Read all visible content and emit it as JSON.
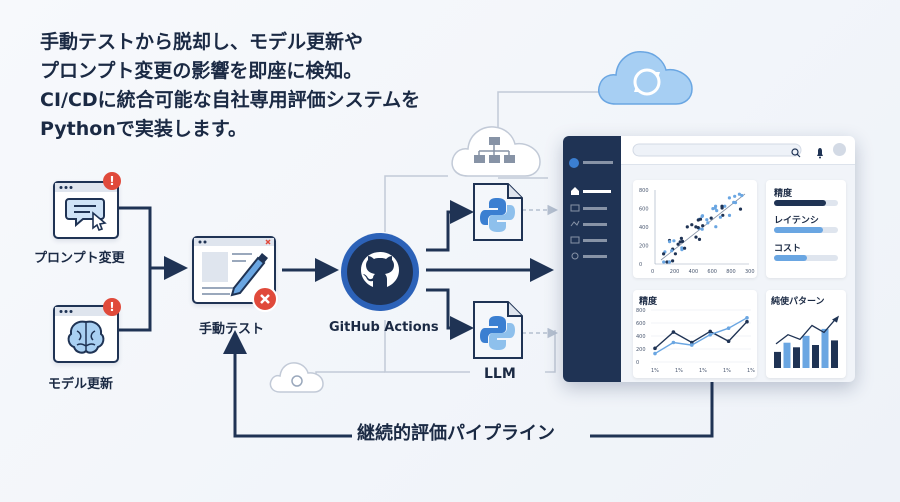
{
  "title": {
    "lines": [
      "手動テストから脱却し、モデル更新や",
      "プロンプト変更の影響を即座に検知。",
      "CI/CDに統合可能な自社専用評価システムを",
      "Pythonで実装します。"
    ]
  },
  "nodes": {
    "prompt_change": "プロンプト変更",
    "model_update": "モデル更新",
    "manual_test": "手動テスト",
    "github_actions": "GitHub Actions",
    "llm": "LLM"
  },
  "pipeline_label": "継続的評価パイプライン",
  "dashboard": {
    "metrics_panel": {
      "items": [
        {
          "label": "精度",
          "fill": 0.82
        },
        {
          "label": "レイテンシ",
          "fill": 0.76
        },
        {
          "label": "コスト",
          "fill": 0.52
        }
      ]
    },
    "line_panel_title": "精度",
    "bar_panel_title": "純使パターン",
    "bars": [
      0.35,
      0.55,
      0.45,
      0.7,
      0.5,
      0.85,
      0.6
    ],
    "trend": [
      0.35,
      0.55,
      0.45,
      0.75,
      0.6,
      0.9
    ]
  },
  "chart_data": {
    "type": "line",
    "title": "精度",
    "x_ticks": [
      "1%",
      "1%",
      "1%",
      "1%",
      "1%"
    ],
    "y_ticks": [
      "800",
      "600",
      "400",
      "200",
      "0"
    ],
    "series": [
      {
        "values": [
          210,
          460,
          300,
          470,
          320,
          620
        ]
      },
      {
        "values": [
          130,
          300,
          260,
          420,
          520,
          680
        ]
      }
    ]
  },
  "scatter_chart": {
    "type": "scatter",
    "x_ticks": [
      "0",
      "200",
      "400",
      "600",
      "800",
      "300"
    ],
    "y_ticks": [
      "800",
      "600",
      "400",
      "200",
      "0"
    ]
  },
  "colors": {
    "navy": "#1f3354",
    "blue": "#3b7fd1",
    "light_blue": "#8ec0ec",
    "red": "#e04a3b"
  }
}
